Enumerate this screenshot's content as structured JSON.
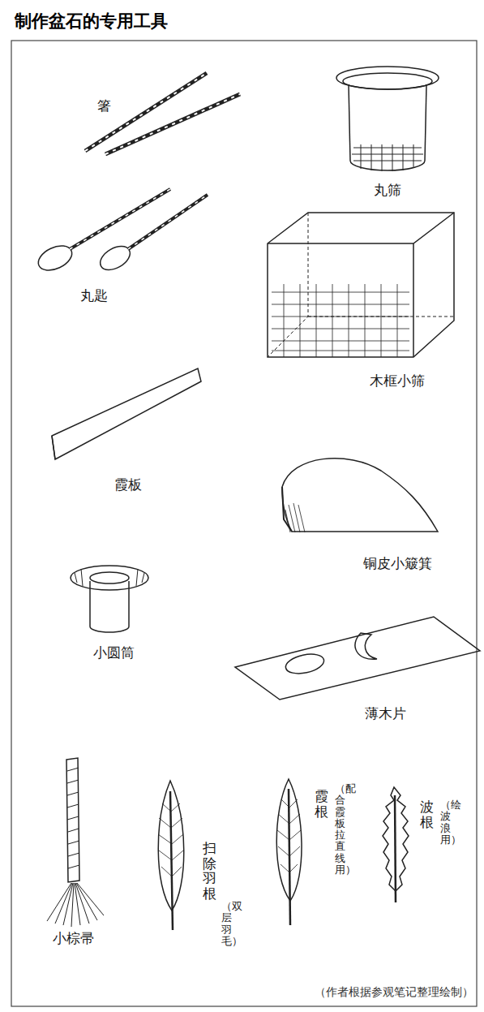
{
  "diagram": {
    "title": "制作盆石的专用工具",
    "caption": "（作者根据参观笔记整理绘制）",
    "labels": [
      "箸",
      "丸匙",
      "霞板",
      "小圆筒",
      "小棕帚",
      "丸筛",
      "木框小筛",
      "铜皮小簸箕",
      "薄木片",
      "扫除羽根",
      "（双层羽毛）",
      "霞根",
      "（配合霞板拉直线用）",
      "波根",
      "（绘波浪用）"
    ]
  }
}
